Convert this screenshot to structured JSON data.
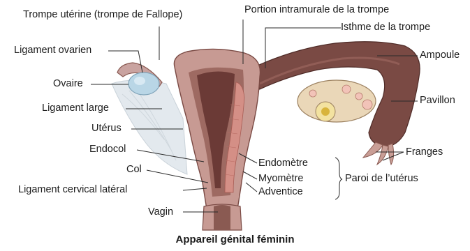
{
  "caption": "Appareil génital féminin",
  "labels": {
    "trompe_uterine": "Trompe utérine (trompe de Fallope)",
    "portion_intramurale": "Portion intramurale de la trompe",
    "isthme": "Isthme de la trompe",
    "ampoule": "Ampoule",
    "ligament_ovarien": "Ligament ovarien",
    "ovaire": "Ovaire",
    "pavillon": "Pavillon",
    "ligament_large": "Ligament large",
    "uterus": "Utérus",
    "franges": "Franges",
    "endocol": "Endocol",
    "endometre": "Endomètre",
    "col": "Col",
    "myometre": "Myomètre",
    "paroi": "Paroi de l’utérus",
    "ligament_cervical": "Ligament cervical latéral",
    "adventice": "Adventice",
    "vagin": "Vagin"
  },
  "colors": {
    "tissue": "#c79a93",
    "tissue_dark": "#8a5a52",
    "cavity": "#6b3a36",
    "endometrium": "#d48f86",
    "ovary": "#b9d6e6",
    "ligament": "#dfe6ec",
    "leader": "#2a2a2a"
  }
}
